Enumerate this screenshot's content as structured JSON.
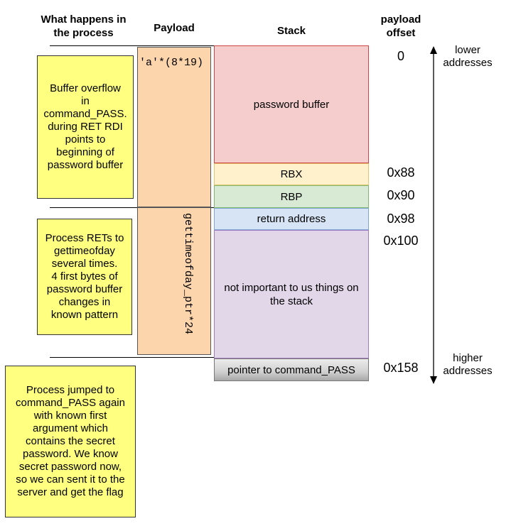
{
  "headers": {
    "process": "What happens in\nthe process",
    "payload": "Payload",
    "stack": "Stack",
    "offset": "payload\noffset"
  },
  "notes": [
    "Buffer overflow\nin\ncommand_PASS.\nduring RET RDI\npoints to\nbeginning of\npassword buffer",
    "Process RETs to\ngettimeofday\nseveral times.\n4 first bytes of\npassword buffer\nchanges in\nknown pattern",
    "Process jumped to\ncommand_PASS again\nwith known first\nargument which\ncontains the secret\npassword. We know\nsecret password now,\nso we can sent it to the\nserver and get the flag"
  ],
  "payload": {
    "part1": "'a'*(8*19)",
    "part2": "gettimeofday_ptr*24"
  },
  "stack": [
    {
      "label": "password buffer",
      "color": "#f6cdcd",
      "border": "#cc4444"
    },
    {
      "label": "RBX",
      "color": "#fff1cc",
      "border": "#e6c46a"
    },
    {
      "label": "RBP",
      "color": "#d8ead3",
      "border": "#7fb870"
    },
    {
      "label": "return address",
      "color": "#d6e4f5",
      "border": "#7ea6d6"
    },
    {
      "label": "not important to us things on\nthe stack",
      "color": "#e2d6e9",
      "border": "#a37cbf"
    },
    {
      "label": "pointer to command_PASS",
      "color": "#d0d0d0",
      "border": "#777777"
    }
  ],
  "offsets": [
    "0",
    "0x88",
    "0x90",
    "0x98",
    "0x100",
    "0x158"
  ],
  "addresses": {
    "lower": "lower\naddresses",
    "higher": "higher\naddresses"
  },
  "colors": {
    "note_fill": "#ffff80",
    "payload_fill": "#fdd5ad"
  }
}
